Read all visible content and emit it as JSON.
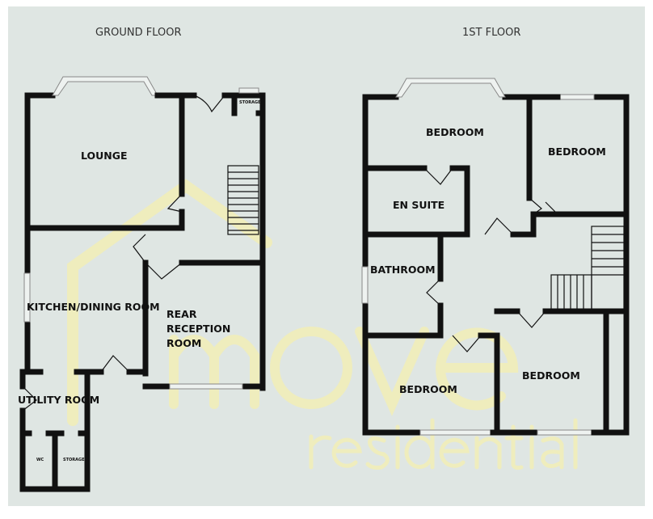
{
  "ground_floor": {
    "title": "GROUND FLOOR",
    "rooms": {
      "lounge": "LOUNGE",
      "kitchen": "KITCHEN/DINING ROOM",
      "rear_reception_1": "REAR",
      "rear_reception_2": "RECEPTION",
      "rear_reception_3": "ROOM",
      "utility": "UTILITY ROOM",
      "wc": "WC",
      "storage_utility": "STORAGE",
      "storage_hall": "STORAGE"
    }
  },
  "first_floor": {
    "title": "1ST FLOOR",
    "rooms": {
      "bedroom_front_left": "BEDROOM",
      "bedroom_front_right": "BEDROOM",
      "en_suite": "EN SUITE",
      "bathroom": "BATHROOM",
      "bedroom_rear_left": "BEDROOM",
      "bedroom_rear_right": "BEDROOM"
    }
  },
  "watermark": {
    "line1": "move",
    "line2": "residential"
  }
}
